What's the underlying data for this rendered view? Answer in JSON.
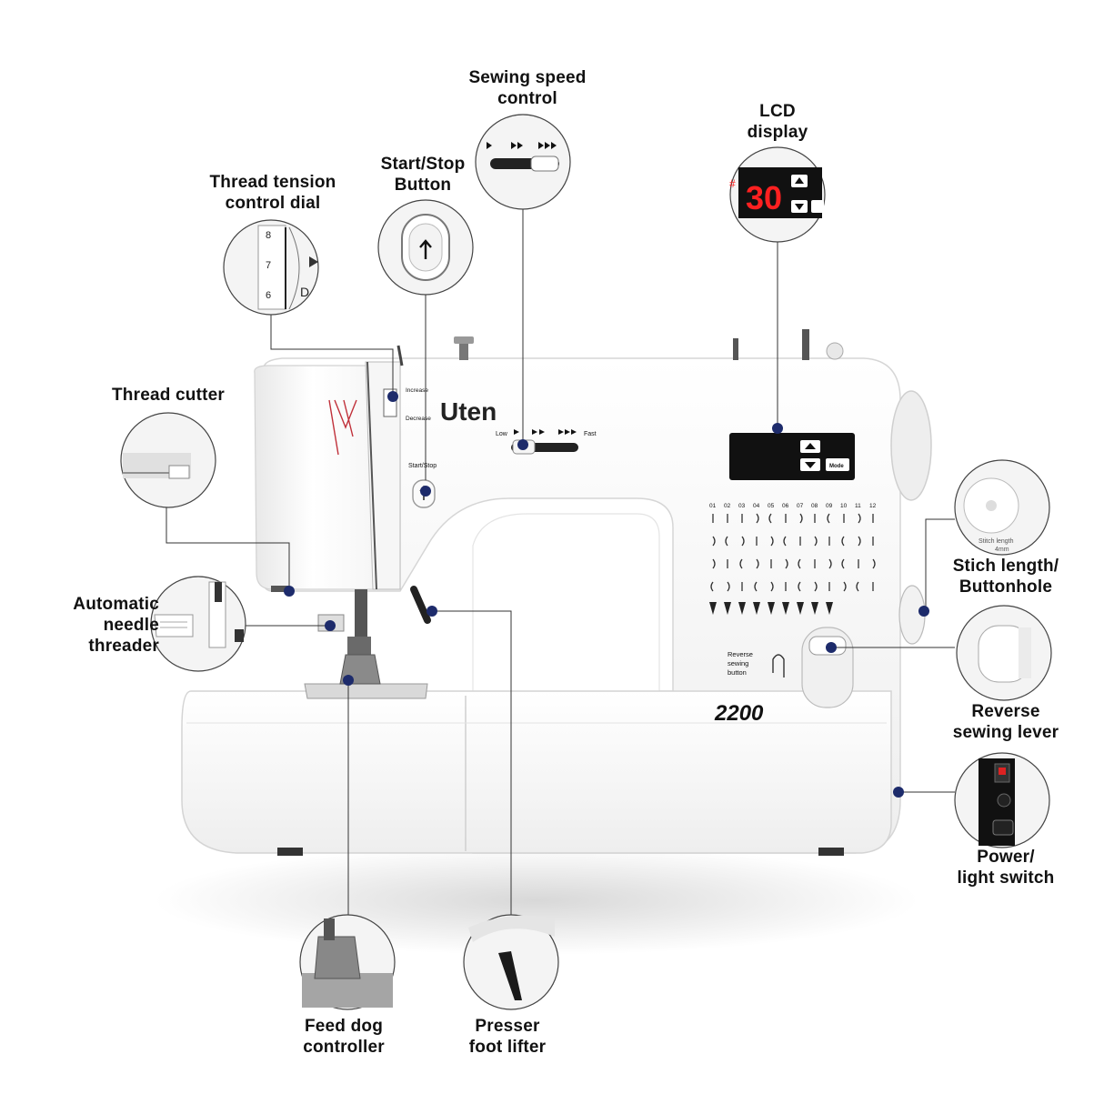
{
  "callouts": {
    "sewing_speed": {
      "line1": "Sewing speed",
      "line2": "control"
    },
    "lcd": {
      "line1": "LCD",
      "line2": "display"
    },
    "start_stop": {
      "line1": "Start/Stop",
      "line2": "Button"
    },
    "tension": {
      "line1": "Thread tension",
      "line2": "control dial"
    },
    "cutter": {
      "line1": "Thread cutter"
    },
    "threader": {
      "line1": "Automatic",
      "line2": "needle",
      "line3": "threader"
    },
    "stitch_length": {
      "line1": "Stich length/",
      "line2": "Buttonhole"
    },
    "reverse": {
      "line1": "Reverse",
      "line2": "sewing lever"
    },
    "power": {
      "line1": "Power/",
      "line2": "light switch"
    },
    "feed_dog": {
      "line1": "Feed dog",
      "line2": "controller"
    },
    "presser": {
      "line1": "Presser",
      "line2": "foot lifter"
    }
  },
  "machine": {
    "brand": "Uten",
    "model": "2200",
    "speed_low": "Low",
    "speed_fast": "Fast",
    "increase": "Increase",
    "decrease": "Decrease",
    "start_stop_label": "Start/Stop",
    "mode_button": "Mode",
    "lcd_value": "30",
    "reverse_label_1": "Reverse",
    "reverse_label_2": "sewing",
    "reverse_label_3": "button",
    "stitch_numbers": [
      "01",
      "02",
      "03",
      "04",
      "05",
      "06",
      "07",
      "08",
      "09",
      "10",
      "11",
      "12"
    ],
    "detail_stitch_length": "Stitch length",
    "detail_stitch_mm": "4mm",
    "dial_numbers": [
      "8",
      "7",
      "6"
    ],
    "dial_letter": "D"
  },
  "colors": {
    "dot": "#1d2b6b",
    "line": "#333333",
    "lcd_red": "#ff2020"
  }
}
